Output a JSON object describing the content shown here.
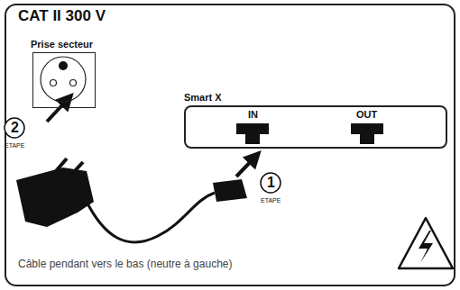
{
  "diagram": {
    "title": "CAT II 300 V",
    "caption": "Câble pendant vers le bas (neutre à gauche)",
    "nodes": [
      {
        "text": [
          "Prise secteur"
        ]
      },
      {
        "text": [
          "Smart X"
        ]
      }
    ],
    "labels": [
      "2",
      "ETAPE",
      "1",
      "ETAPE",
      "IN",
      "OUT"
    ]
  }
}
